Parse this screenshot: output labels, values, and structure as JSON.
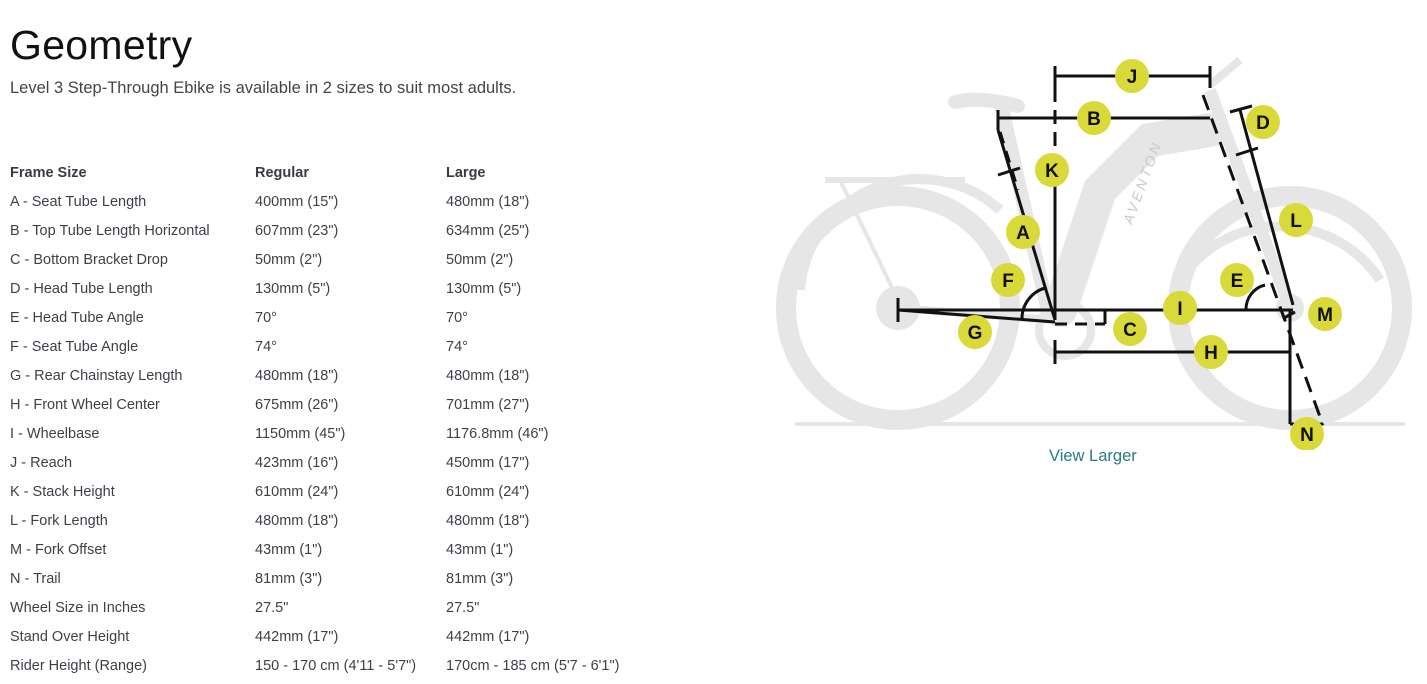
{
  "header": {
    "title": "Geometry",
    "subtitle": "Level 3 Step-Through Ebike is available in 2 sizes to suit most adults."
  },
  "table": {
    "columns": [
      "Frame Size",
      "Regular",
      "Large"
    ],
    "rows": [
      [
        "A - Seat Tube Length",
        "400mm (15\")",
        "480mm (18\")"
      ],
      [
        "B - Top Tube Length Horizontal",
        "607mm (23\")",
        "634mm (25\")"
      ],
      [
        "C - Bottom Bracket Drop",
        "50mm (2\")",
        "50mm (2\")"
      ],
      [
        "D - Head Tube Length",
        "130mm (5\")",
        "130mm (5\")"
      ],
      [
        "E - Head Tube Angle",
        "70°",
        "70°"
      ],
      [
        "F - Seat Tube Angle",
        "74°",
        "74°"
      ],
      [
        "G - Rear Chainstay Length",
        "480mm (18\")",
        "480mm (18\")"
      ],
      [
        "H - Front Wheel Center",
        "675mm (26\")",
        "701mm (27\")"
      ],
      [
        "I - Wheelbase",
        "1150mm (45\")",
        "1176.8mm (46\")"
      ],
      [
        "J - Reach",
        "423mm (16\")",
        "450mm (17\")"
      ],
      [
        "K - Stack Height",
        "610mm (24\")",
        "610mm (24\")"
      ],
      [
        "L - Fork Length",
        "480mm (18\")",
        "480mm (18\")"
      ],
      [
        "M - Fork Offset",
        "43mm (1\")",
        "43mm (1\")"
      ],
      [
        "N - Trail",
        "81mm (3\")",
        "81mm (3\")"
      ],
      [
        "Wheel Size in Inches",
        "27.5\"",
        "27.5\""
      ],
      [
        "Stand Over Height",
        "442mm (17\")",
        "442mm (17\")"
      ],
      [
        "Rider Height (Range)",
        "150 - 170 cm (4'11 - 5'7\")",
        "170cm - 185 cm (5'7 - 6'1\")"
      ]
    ]
  },
  "diagram": {
    "brand_text": "AVENTON",
    "badge_color": "#d9d93a",
    "labels": [
      "A",
      "B",
      "C",
      "D",
      "E",
      "F",
      "G",
      "H",
      "I",
      "J",
      "K",
      "L",
      "M",
      "N"
    ],
    "view_larger": "View Larger",
    "link_color": "#2a7b85"
  }
}
